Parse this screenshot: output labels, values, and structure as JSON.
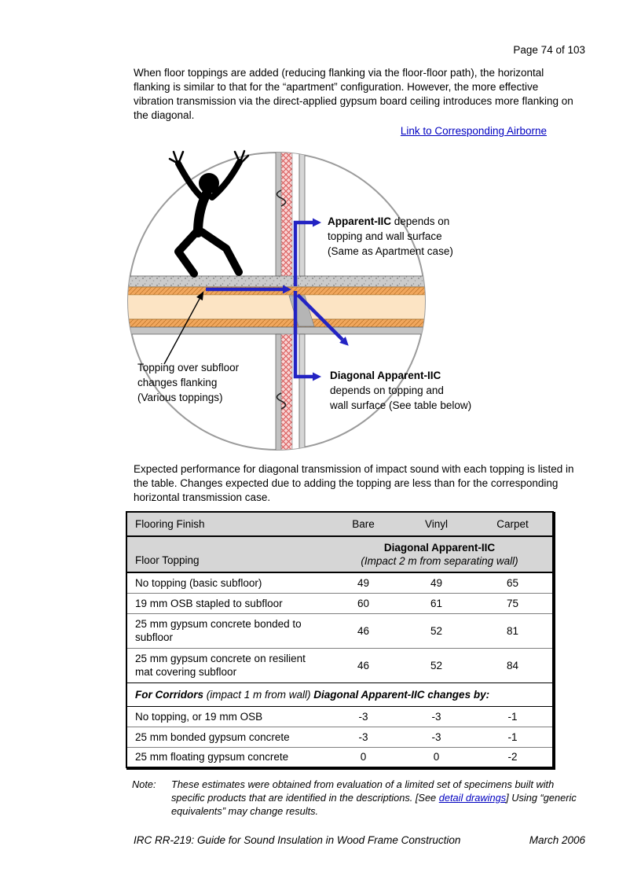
{
  "header": {
    "page_number": "Page 74 of 103"
  },
  "intro": {
    "text": "When floor toppings are added (reducing flanking via the floor-floor path), the horizontal flanking is similar to that for the “apartment” configuration.  However, the more effective vibration transmission via the direct-applied gypsum board ceiling introduces more flanking on the diagonal.",
    "link_label": "Link to Corresponding Airborne"
  },
  "diagram": {
    "apparent_bold": "Apparent-IIC",
    "apparent_rest": " depends on",
    "apparent_line2": "topping and wall surface",
    "apparent_line3": "(Same as Apartment case)",
    "topping_line1": "Topping over subfloor",
    "topping_line2": "changes flanking",
    "topping_line3": "(Various toppings)",
    "diagonal_bold": "Diagonal Apparent-IIC",
    "diagonal_line2": "depends on topping and",
    "diagonal_line3": "wall surface (See table below)",
    "arrow_color": "#2323c3"
  },
  "body": {
    "paragraph2": "Expected performance for diagonal transmission of impact sound with each topping is listed in the table. Changes expected due to adding the topping are less than for the corresponding horizontal transmission case."
  },
  "table": {
    "headers": {
      "flooring_finish": "Flooring Finish",
      "bare": "Bare",
      "vinyl": "Vinyl",
      "carpet": "Carpet"
    },
    "subheader": {
      "floor_topping": "Floor Topping",
      "title": "Diagonal Apparent-IIC",
      "subtitle": "(Impact 2 m from separating wall)"
    },
    "rows": [
      {
        "label": "No topping (basic subfloor)",
        "bare": "49",
        "vinyl": "49",
        "carpet": "65"
      },
      {
        "label": "19 mm OSB stapled to subfloor",
        "bare": "60",
        "vinyl": "61",
        "carpet": "75"
      },
      {
        "label": "25 mm gypsum concrete bonded to subfloor",
        "bare": "46",
        "vinyl": "52",
        "carpet": "81"
      },
      {
        "label": "25 mm gypsum concrete on resilient mat covering subfloor",
        "bare": "46",
        "vinyl": "52",
        "carpet": "84"
      }
    ],
    "corridor": {
      "bold1": "For Corridors",
      "italic": " (impact 1 m from wall) ",
      "bold2": "Diagonal Apparent-IIC changes by:"
    },
    "corridor_rows": [
      {
        "label": "No topping, or 19 mm OSB",
        "bare": "-3",
        "vinyl": "-3",
        "carpet": "-1"
      },
      {
        "label": "25 mm bonded gypsum concrete",
        "bare": "-3",
        "vinyl": "-3",
        "carpet": "-1"
      },
      {
        "label": "25 mm floating gypsum concrete",
        "bare": "0",
        "vinyl": "0",
        "carpet": "-2"
      }
    ],
    "header_bg": "#d6d6d6"
  },
  "note": {
    "label": "Note:",
    "text_before": "These estimates were obtained from evaluation of a limited set of specimens built with specific products that are identified in the descriptions.  [See ",
    "link": "detail drawings",
    "text_after": "]  Using “generic equivalents” may change results."
  },
  "footer": {
    "left": "IRC RR-219: Guide for Sound Insulation in Wood Frame Construction",
    "right": "March 2006"
  }
}
